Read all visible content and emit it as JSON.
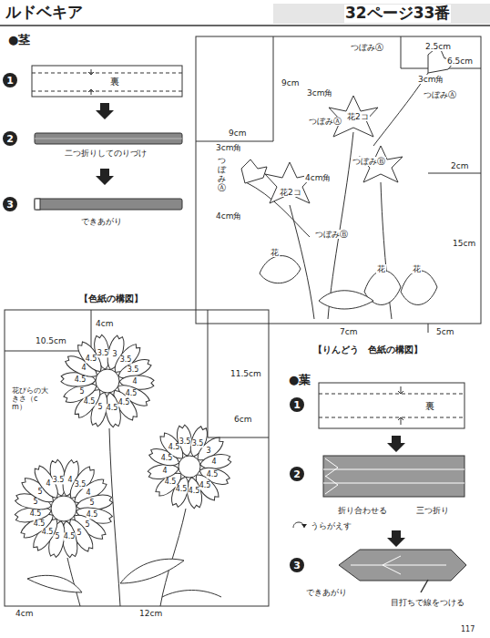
{
  "diagram": {
    "title": "ルドベキア",
    "nodes": [
      {
        "text": [
          "1"
        ]
      },
      {
        "text": [
          "2"
        ]
      },
      {
        "text": [
          "3"
        ]
      },
      {
        "text": [
          "1"
        ]
      },
      {
        "text": [
          "2"
        ]
      },
      {
        "text": [
          "3"
        ]
      }
    ],
    "labels": [
      "32ページ33番",
      "裏",
      "二つ折りしてのりづけ",
      "できあがり",
      "2.5cm",
      "6.5cm",
      "つぼみⒶ",
      "9cm",
      "3cm角",
      "3cm角",
      "つぼみⒶ",
      "つぼみⒶ",
      "花2コ",
      "9cm",
      "3cm角",
      "つぼみⒶ",
      "つぼみⒷ",
      "4cm角",
      "花2コ",
      "2cm",
      "4cm角",
      "つぼみⒷ",
      "花",
      "花",
      "花",
      "15cm",
      "7cm",
      "5cm",
      "【りんどう　色紙の構図】",
      "【色紙の構図】",
      "4cm",
      "10.5cm",
      "11.5cm",
      "6cm",
      "花びらの大きさ（cm）",
      "4cm",
      "12cm",
      "●茎",
      "●葉",
      "裏",
      "折り合わせる",
      "三つ折り",
      "うらがえす",
      "できあがり",
      "目打ちで線をつける",
      "117",
      "3.5",
      "3",
      "3.5",
      "3.5",
      "4",
      "4.5",
      "4.5",
      "4.5",
      "5",
      "4.5",
      "5",
      "4.5",
      "4",
      "4.5",
      "3.5",
      "3.5",
      "3",
      "4",
      "4.5",
      "4.5",
      "4.5",
      "4.5",
      "4.5",
      "4",
      "4.5",
      "4.5",
      "3.5",
      "4",
      "3.5",
      "4",
      "5",
      "4.5",
      "5",
      "5",
      "4.5",
      "5",
      "4.5",
      "4.5",
      "4.5",
      "5",
      "5",
      "4"
    ]
  }
}
